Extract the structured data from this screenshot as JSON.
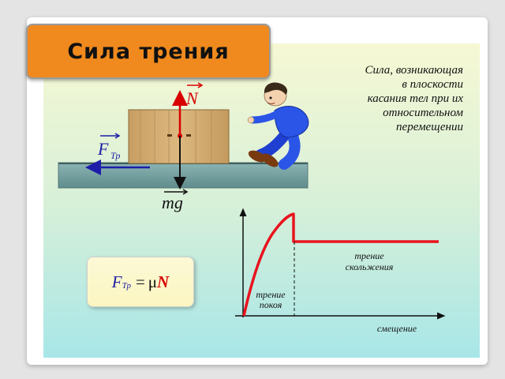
{
  "title": "Сила трения",
  "definition_lines": [
    "Сила, возникающая",
    "в плоскости",
    "касания тел при их",
    "относительном",
    "перемещении"
  ],
  "vectors": {
    "normal": "N",
    "friction_main": "F",
    "friction_sub": "Тр",
    "gravity": "mg"
  },
  "formula": {
    "F": "F",
    "sub": "Тр",
    "equals": "=",
    "mu": "μ",
    "N": "N"
  },
  "graph": {
    "label_sliding_1": "трение",
    "label_sliding_2": "скольжения",
    "label_static_1": "трение",
    "label_static_2": "покоя",
    "x_label": "смещение"
  },
  "colors": {
    "title_bg": "#f08a1e",
    "curve": "#e8141e",
    "arrow_blue": "#1d1da8",
    "normal_red": "#d80000",
    "box_wood": "#d6b07a",
    "floor": "#7aa6a6"
  }
}
